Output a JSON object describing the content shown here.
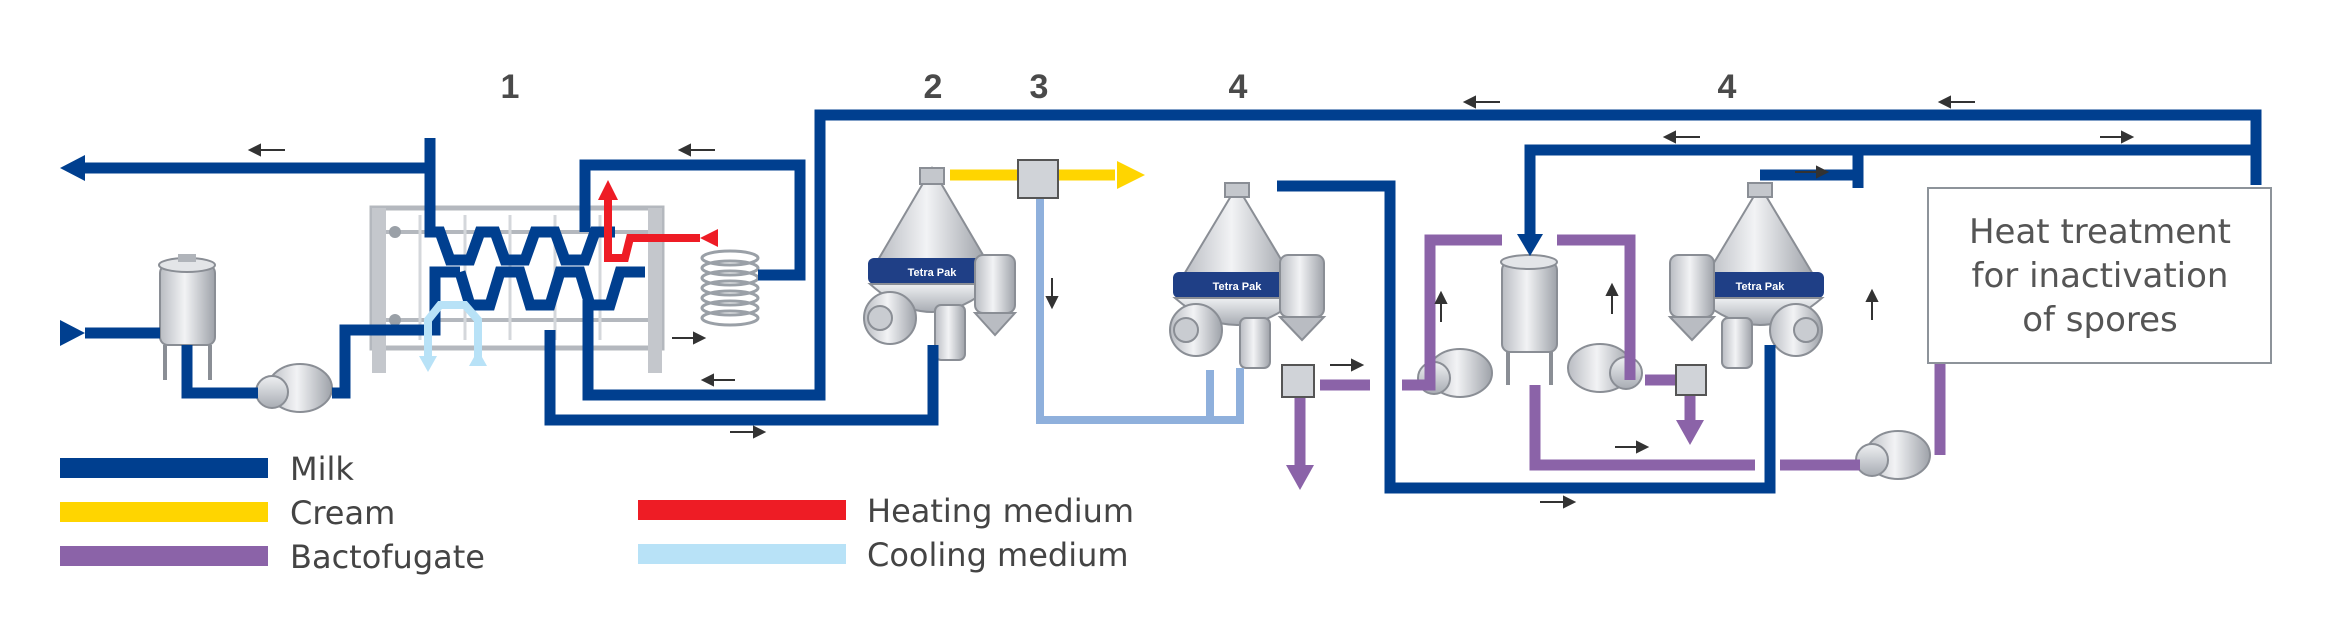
{
  "stage_numbers": {
    "n1": "1",
    "n2": "2",
    "n3": "3",
    "n4a": "4",
    "n4b": "4"
  },
  "heat_box": {
    "line1": "Heat treatment",
    "line2": "for inactivation",
    "line3": "of spores"
  },
  "legend": [
    {
      "label": "Milk",
      "color": "#003f8f"
    },
    {
      "label": "Cream",
      "color": "#ffd500"
    },
    {
      "label": "Bactofugate",
      "color": "#8b63a8"
    },
    {
      "label": "Heating medium",
      "color": "#ee1c25"
    },
    {
      "label": "Cooling medium",
      "color": "#b8e2f7"
    }
  ],
  "brand": {
    "logo_text": "Tetra Pak"
  },
  "colors": {
    "milk": "#003f8f",
    "cream": "#ffd500",
    "bactofugate": "#8b63a8",
    "heating": "#ee1c25",
    "cooling": "#b8e2f7",
    "skim": "#8fb0dc",
    "equipment": "#c9ccd1"
  }
}
